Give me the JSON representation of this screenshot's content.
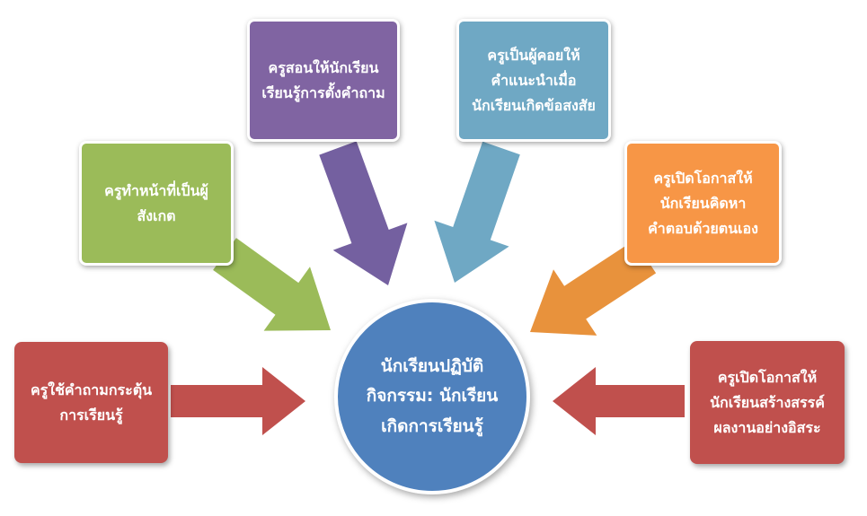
{
  "center": {
    "text": "นักเรียนปฏิบัติ\nกิจกรรม: นักเรียน\nเกิดการเรียนรู้",
    "color": "#4f81bd"
  },
  "boxes": [
    {
      "id": "question-stimulus",
      "text": "ครูใช้คำถามกระตุ้น\nการเรียนรู้",
      "color": "#c0504d",
      "arrow_color": "#c0504d"
    },
    {
      "id": "observer",
      "text": "ครูทำหน้าที่เป็นผู้\nสังเกต",
      "color": "#9bbb59",
      "arrow_color": "#9bbb59"
    },
    {
      "id": "teach-questioning",
      "text": "ครูสอนให้นักเรียน\nเรียนรู้การตั้งคำถาม",
      "color": "#8064a2",
      "arrow_color": "#7460a0"
    },
    {
      "id": "advisor",
      "text": "ครูเป็นผู้คอยให้\nคำแนะนำเมื่อ\nนักเรียนเกิดข้อสงสัย",
      "color": "#6fa8c4",
      "arrow_color": "#6fa8c4"
    },
    {
      "id": "think-answers",
      "text": "ครูเปิดโอกาสให้\nนักเรียนคิดหา\nคำตอบด้วยตนเอง",
      "color": "#f79646",
      "arrow_color": "#e8923c"
    },
    {
      "id": "create-work",
      "text": "ครูเปิดโอกาสให้\nนักเรียนสร้างสรรค์\nผลงานอย่างอิสระ",
      "color": "#c0504d",
      "arrow_color": "#c0504d"
    }
  ]
}
